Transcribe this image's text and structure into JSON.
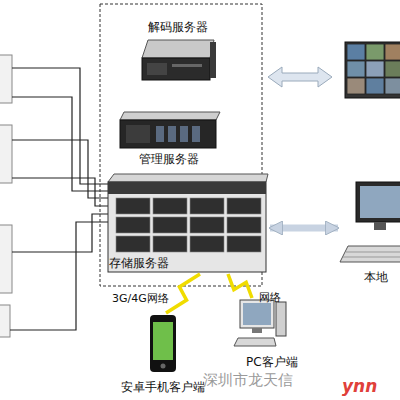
{
  "diagram": {
    "nodes": [
      {
        "text": [
          "解码服务器"
        ]
      },
      {
        "text": [
          "管理服务器"
        ]
      },
      {
        "text": [
          "存储服务器"
        ]
      },
      {
        "text": [
          "本地"
        ]
      },
      {
        "text": [
          "安卓手机客户端"
        ]
      },
      {
        "text": [
          "PC客户端"
        ]
      }
    ],
    "edges": [
      {
        "from": 2,
        "to": 3,
        "arrow": "both"
      },
      {
        "from": 2,
        "to": 4,
        "label": "3G/4G网络",
        "arrow": "none"
      },
      {
        "from": 2,
        "to": 5,
        "label": "网络",
        "arrow": "none"
      }
    ],
    "labels": [
      "深圳市龙天信",
      "ynn"
    ]
  }
}
